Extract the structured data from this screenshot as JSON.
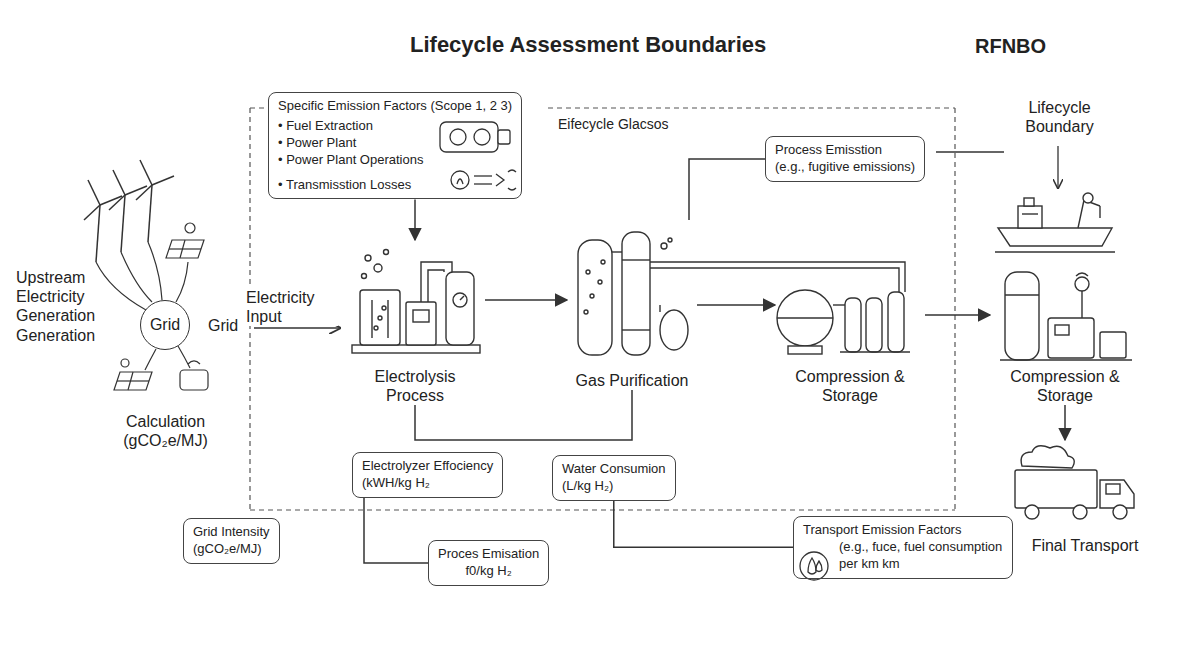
{
  "diagram": {
    "title": "Lifecycle Assessment Boundaries",
    "nodes": [
      {
        "text": [
          "Specific Emission Factors (Scope 1, 2 3)",
          "• Fuel Extraction",
          "• Power Plant",
          "• Power Plant Operations",
          "• Transmisstion Losses"
        ]
      },
      {
        "text": [
          "Grid"
        ]
      },
      {
        "text": [
          "Electrolysis Process"
        ]
      },
      {
        "text": [
          "Gas Purification"
        ]
      },
      {
        "text": [
          "Compression & Storage"
        ]
      },
      {
        "text": [
          "Process Emisstion",
          "(e.g., fugitive emissions)"
        ]
      },
      {
        "text": [
          "Electrolyzer Effociency",
          "(kWH/kg H₂"
        ]
      },
      {
        "text": [
          "Water Consumion",
          "(L/kg H₂)"
        ]
      },
      {
        "text": [
          "Grid Intensity",
          "(gCO₂e/MJ)"
        ]
      },
      {
        "text": [
          "Proces Emisation",
          "f0/kg H₂"
        ]
      },
      {
        "text": [
          "Transport Emission Factors",
          "(e.g., fuce, fuel consumption per km km"
        ]
      },
      {
        "text": [
          "Compression & Storage"
        ]
      },
      {
        "text": [
          "Final Transport"
        ]
      }
    ],
    "edges": [
      {
        "from": 0,
        "to": 2,
        "arrow": "to"
      },
      {
        "from": 2,
        "to": 3,
        "arrow": "to"
      },
      {
        "from": 2,
        "to": 3,
        "arrow": "none"
      },
      {
        "from": 3,
        "to": 4,
        "arrow": "to"
      },
      {
        "from": 4,
        "to": 11,
        "arrow": "to"
      },
      {
        "from": 5,
        "to": 3,
        "arrow": "none"
      },
      {
        "from": 6,
        "to": 9,
        "arrow": "none"
      },
      {
        "from": 7,
        "to": 10,
        "arrow": "none"
      },
      {
        "from": 11,
        "to": 12,
        "arrow": "to"
      }
    ],
    "labels": [
      "RFNBO",
      "Lifecycle Boundary",
      "Eifecycle Glacsos",
      "Upstream Electricity Generation Generation",
      "Grid",
      "Electricity Input",
      "Calculation (gCO₂e/MJ)"
    ]
  }
}
